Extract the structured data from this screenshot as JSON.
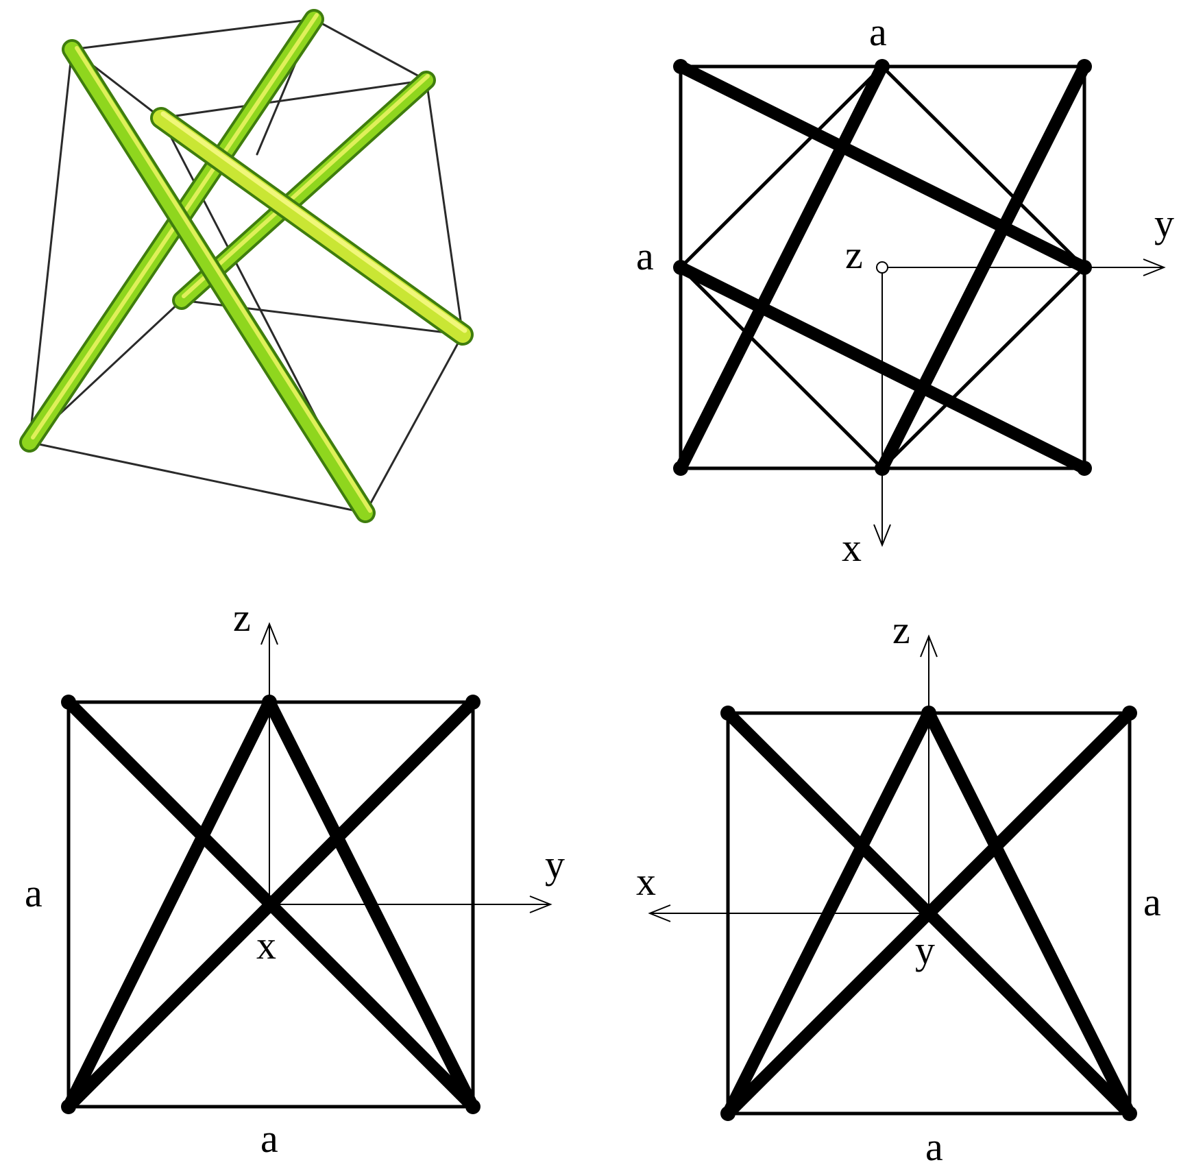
{
  "colors": {
    "ink": "#000000",
    "strut_fill": "#8fd61e",
    "strut_highlight": "#dff05a",
    "strut_edge": "#3f7d0e",
    "cable": "#2a2a2a"
  },
  "labels": {
    "a": "a",
    "x": "x",
    "y": "y",
    "z": "z"
  }
}
